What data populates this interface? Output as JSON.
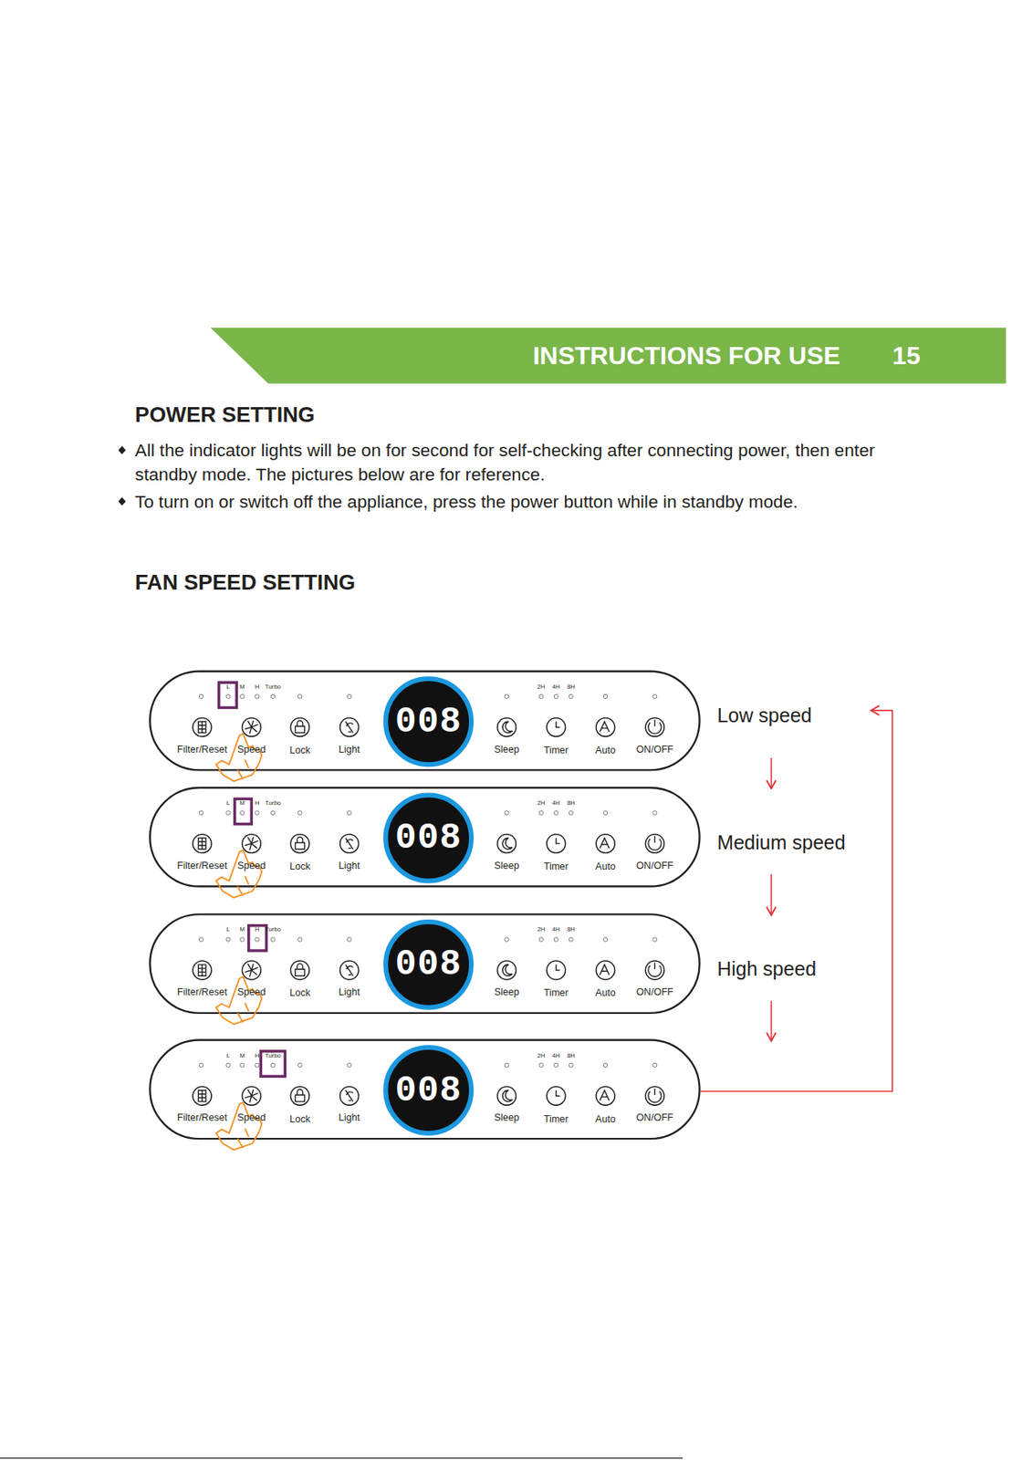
{
  "diagram": {
    "nodes": [
      {
        "text": [
          "INSTRUCTIONS FOR USE",
          "15"
        ]
      },
      {
        "text": [
          "L",
          "M",
          "H",
          "Turbo",
          "2H",
          "4H",
          "8H",
          "008",
          "Filter/Reset",
          "Speed",
          "Lock",
          "Light",
          "Sleep",
          "Timer",
          "Auto",
          "ON/OFF",
          "Low speed"
        ]
      },
      {
        "text": [
          "L",
          "M",
          "H",
          "Turbo",
          "2H",
          "4H",
          "8H",
          "008",
          "Filter/Reset",
          "Speed",
          "Lock",
          "Light",
          "Sleep",
          "Timer",
          "Auto",
          "ON/OFF",
          "Medium speed"
        ]
      },
      {
        "text": [
          "L",
          "M",
          "H",
          "Turbo",
          "2H",
          "4H",
          "8H",
          "008",
          "Filter/Reset",
          "Speed",
          "Lock",
          "Light",
          "Sleep",
          "Timer",
          "Auto",
          "ON/OFF",
          "High speed"
        ]
      },
      {
        "text": [
          "L",
          "M",
          "H",
          "Turbo",
          "2H",
          "4H",
          "8H",
          "008",
          "Filter/Reset",
          "Speed",
          "Lock",
          "Light",
          "Sleep",
          "Timer",
          "Auto",
          "ON/OFF"
        ]
      }
    ],
    "edges": [
      {
        "from": 1,
        "to": 2,
        "arrow": "to"
      },
      {
        "from": 2,
        "to": 3,
        "arrow": "to"
      },
      {
        "from": 3,
        "to": 4,
        "arrow": "to"
      },
      {
        "from": 4,
        "to": 1,
        "arrow": "to"
      }
    ],
    "labels": [
      "POWER SETTING",
      "All the indicator lights will be on for second for self-checking after connecting power, then enter standby mode. The pictures below are for reference.",
      "To turn on or switch off the appliance, press the power button while in standby mode.",
      "FAN SPEED SETTING"
    ]
  }
}
